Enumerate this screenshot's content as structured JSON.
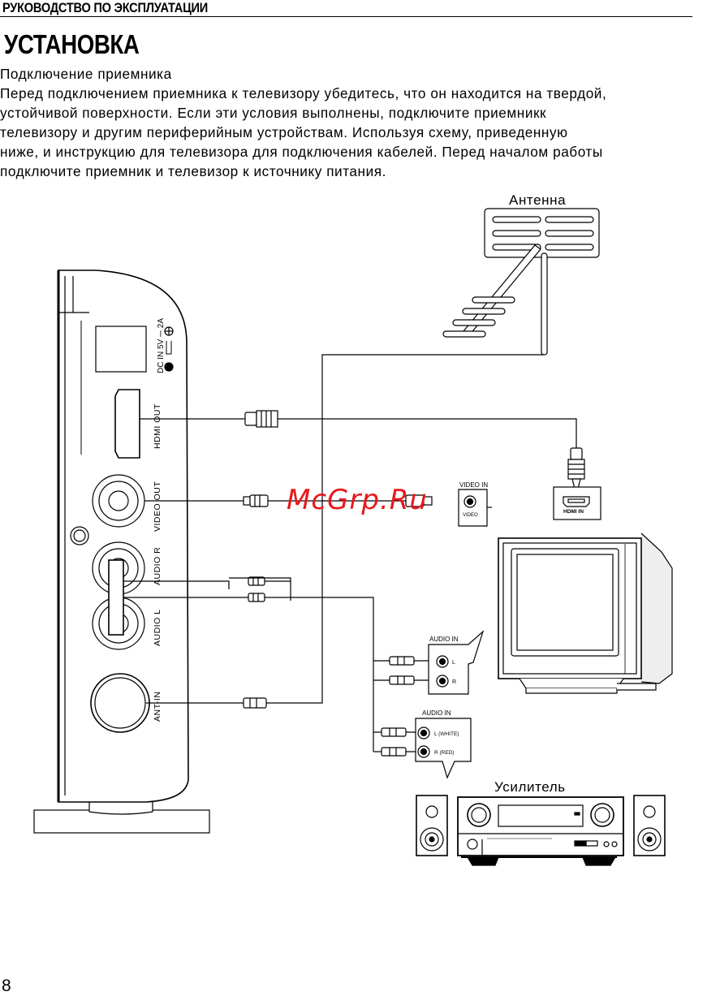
{
  "header": {
    "title": "РУКОВОДСТВО ПО ЭКСПЛУАТАЦИИ"
  },
  "section": {
    "title": "УСТАНОВКА"
  },
  "intro": {
    "lines": [
      "Подключение приемника",
      "Перед подключением приемника к телевизору убедитесь, что он находится на твердой,",
      "устойчивой поверхности. Если эти условия выполнены, подключите приемникк",
      "телевизору и другим периферийным устройствам. Используя схему, приведенную",
      "ниже, и инструкцию для телевизора для подключения кабелей. Перед началом работы",
      "подключите приемник и телевизор к источнику питания."
    ]
  },
  "diagram": {
    "antenna_label": "Антенна",
    "amplifier_label": "Усилитель",
    "receiver_ports": {
      "dc_in": "DC IN 5V ⎓ 2A",
      "hdmi_out": "HDMI OUT",
      "video_out": "VIDEO OUT",
      "audio_r": "AUDIO R",
      "audio_l": "AUDIO L",
      "ant_in": "ANT-IN"
    },
    "tv_ports": {
      "video_in": "VIDEO IN",
      "video": "VIDEO",
      "hdmi_in": "HDMI IN",
      "audio_in": "AUDIO IN",
      "l": "L",
      "r": "R"
    },
    "amp_ports": {
      "audio_in": "AUDIO IN",
      "l_white": "L (WHITE)",
      "r_red": "R (RED)"
    },
    "watermark": "McGrp.Ru"
  },
  "page_number": "8"
}
